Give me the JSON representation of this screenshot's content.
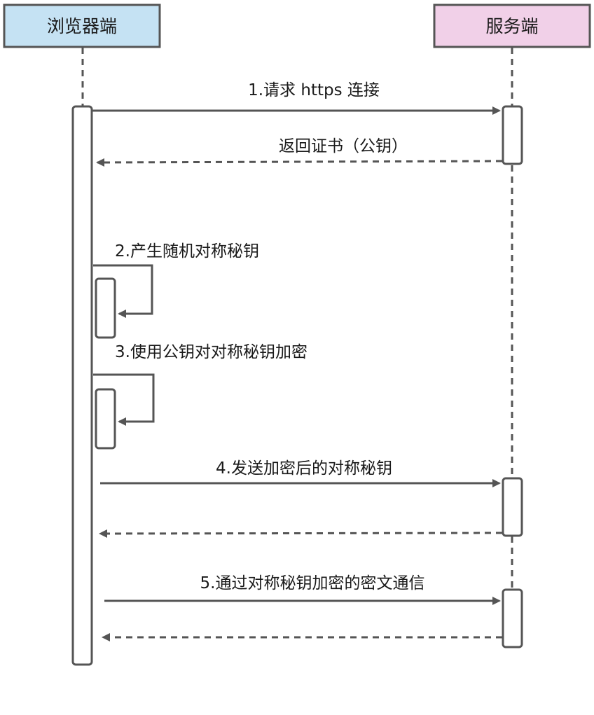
{
  "participants": {
    "browser": {
      "label": "浏览器端",
      "fill": "#c5e2f3"
    },
    "server": {
      "label": "服务端",
      "fill": "#f1d0e8"
    }
  },
  "messages": {
    "m1": "1.请求 https 连接",
    "m1_reply": "返回证书（公钥）",
    "m2": "2.产生随机对称秘钥",
    "m3": "3.使用公钥对对称秘钥加密",
    "m4": "4.发送加密后的对称秘钥",
    "m5": "5.通过对称秘钥加密的密文通信"
  },
  "colors": {
    "stroke": "#555555",
    "text": "#1a1a1a"
  }
}
